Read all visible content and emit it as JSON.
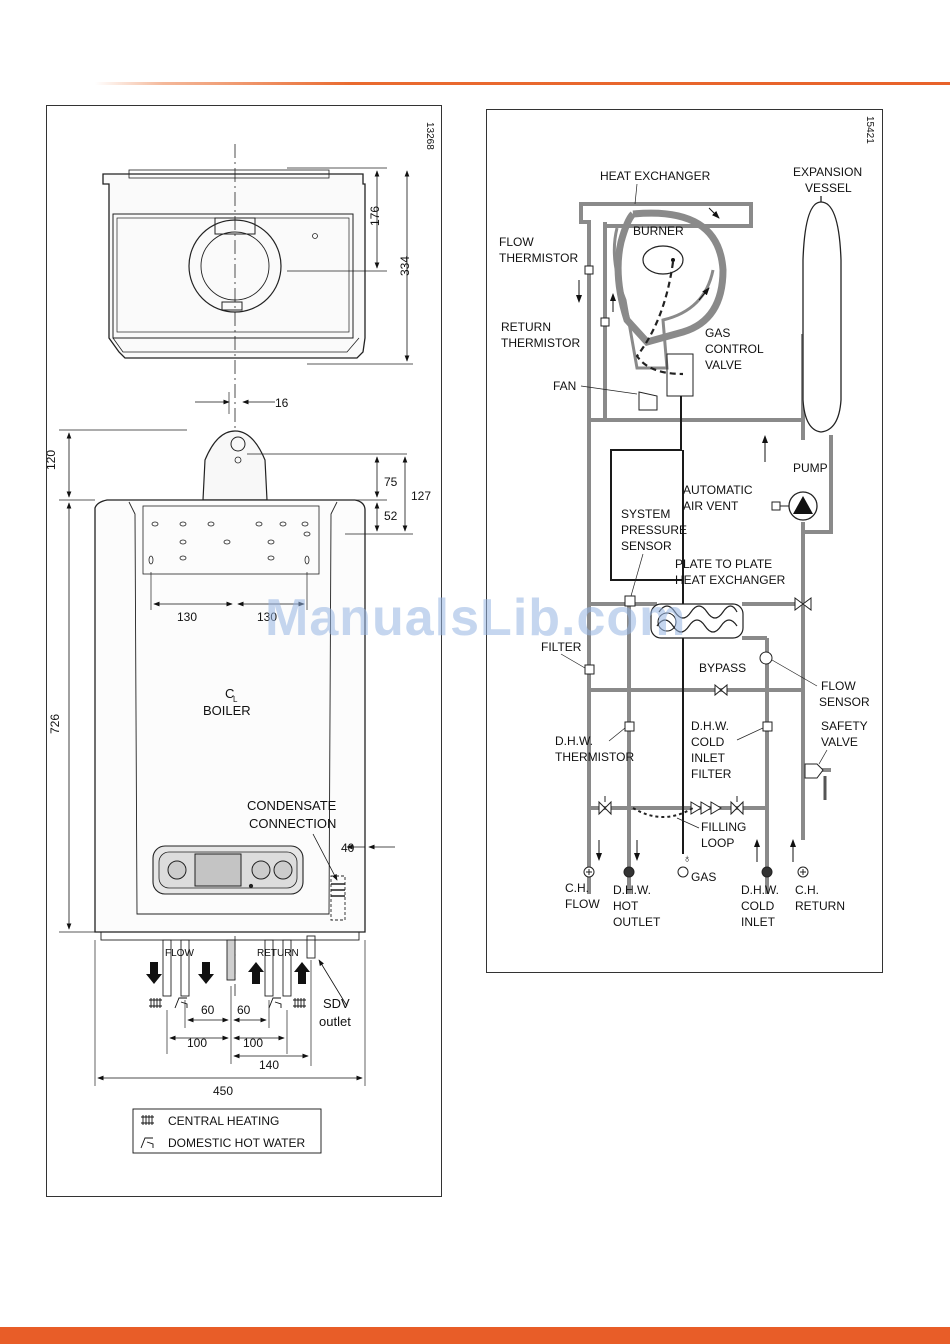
{
  "left_diagram": {
    "ref_number": "13268",
    "dimensions": {
      "d176": "176",
      "d334": "334",
      "d16": "16",
      "d120": "120",
      "d75": "75",
      "d127": "127",
      "d52": "52",
      "d130_left": "130",
      "d130_right": "130",
      "d726": "726",
      "d40": "40",
      "d60_left": "60",
      "d60_right": "60",
      "d100_left": "100",
      "d100_right": "100",
      "d140": "140",
      "d450": "450"
    },
    "centerline_symbol": "C",
    "centerline_sub": "L",
    "boiler_label": "BOILER",
    "condensate_label_1": "CONDENSATE",
    "condensate_label_2": "CONNECTION",
    "flow_label": "FLOW",
    "return_label": "RETURN",
    "sdv_label_1": "SDV",
    "sdv_label_2": "outlet",
    "legend": [
      {
        "icon": "radiator-icon",
        "label": "CENTRAL HEATING"
      },
      {
        "icon": "tap-icon",
        "label": "DOMESTIC HOT WATER"
      }
    ]
  },
  "right_diagram": {
    "ref_number": "15421",
    "labels": {
      "heat_exchanger": "HEAT EXCHANGER",
      "expansion_1": "EXPANSION",
      "expansion_2": "VESSEL",
      "flow_thermistor_1": "FLOW",
      "flow_thermistor_2": "THERMISTOR",
      "burner": "BURNER",
      "return_thermistor_1": "RETURN",
      "return_thermistor_2": "THERMISTOR",
      "gas_control_1": "GAS",
      "gas_control_2": "CONTROL",
      "gas_control_3": "VALVE",
      "fan": "FAN",
      "pump": "PUMP",
      "auto_air_vent_1": "AUTOMATIC",
      "auto_air_vent_2": "AIR VENT",
      "system_pressure_1": "SYSTEM",
      "system_pressure_2": "PRESSURE",
      "system_pressure_3": "SENSOR",
      "plate_hx_1": "PLATE TO PLATE",
      "plate_hx_2": "HEAT EXCHANGER",
      "filter": "FILTER",
      "bypass": "BYPASS",
      "flow_sensor_1": "FLOW",
      "flow_sensor_2": "SENSOR",
      "dhw_thermistor_1": "D.H.W.",
      "dhw_thermistor_2": "THERMISTOR",
      "dhw_cold_filter_1": "D.H.W.",
      "dhw_cold_filter_2": "COLD",
      "dhw_cold_filter_3": "INLET",
      "dhw_cold_filter_4": "FILTER",
      "safety_valve_1": "SAFETY",
      "safety_valve_2": "VALVE",
      "filling_loop_1": "FILLING",
      "filling_loop_2": "LOOP",
      "ch_flow_1": "C.H.",
      "ch_flow_2": "FLOW",
      "dhw_hot_1": "D.H.W.",
      "dhw_hot_2": "HOT",
      "dhw_hot_3": "OUTLET",
      "gas": "GAS",
      "dhw_cold_1": "D.H.W.",
      "dhw_cold_2": "COLD",
      "dhw_cold_3": "INLET",
      "ch_return_1": "C.H.",
      "ch_return_2": "RETURN"
    }
  },
  "watermark": "ManualsLib.com",
  "colors": {
    "accent": "#e8622a",
    "pipe": "#8a8a8a",
    "gas_pipe": "#1a1a1a"
  }
}
